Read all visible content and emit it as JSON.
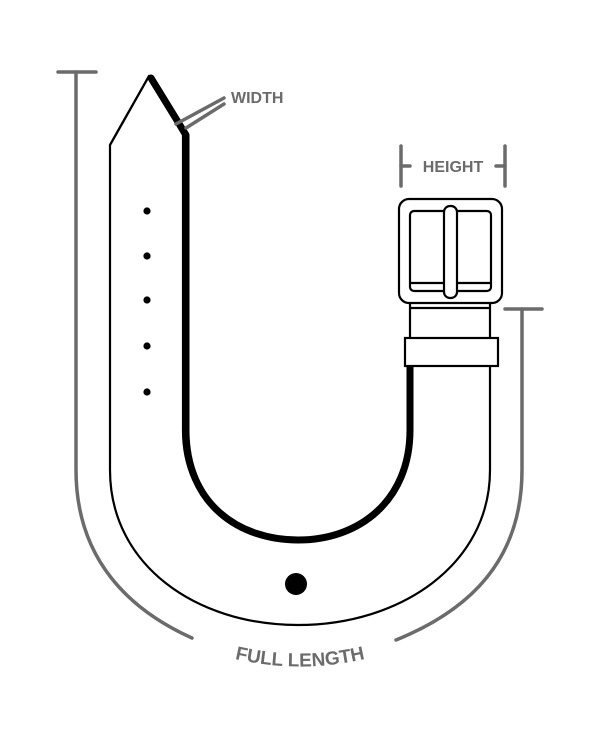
{
  "labels": {
    "width": "WIDTH",
    "height": "HEIGHT",
    "full_length": "FULL LENGTH"
  },
  "colors": {
    "outline": "#000000",
    "dimension_lines": "#6b6b6b",
    "background": "#ffffff"
  },
  "diagram": {
    "subject": "belt",
    "strap_holes_count": 5
  }
}
